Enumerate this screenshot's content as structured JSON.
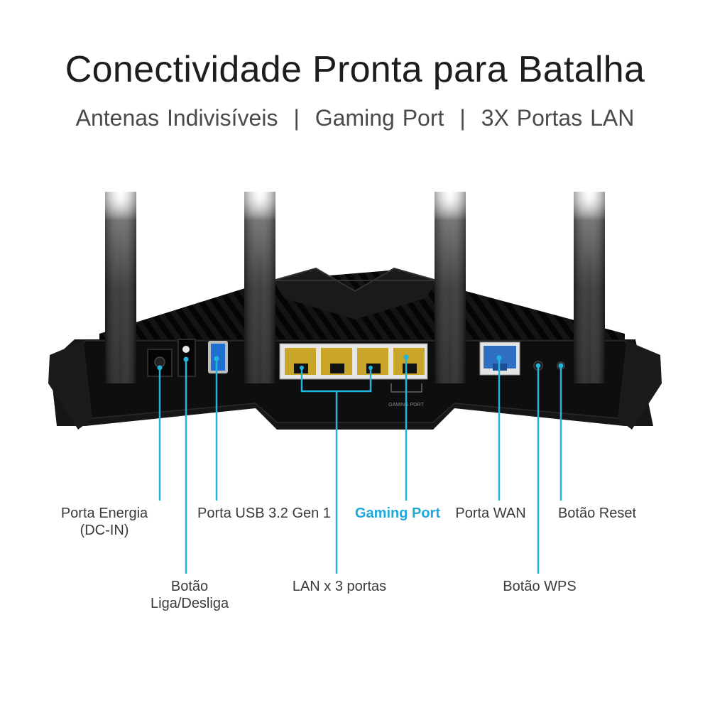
{
  "header": {
    "title": "Conectividade Pronta para Batalha",
    "subtitle_items": [
      "Antenas Indivisíveis",
      "Gaming Port",
      "3X Portas  LAN"
    ],
    "separator": "|"
  },
  "colors": {
    "accent": "#1fa8d8",
    "callout_line": "#22b5dc",
    "router_body": "#151515",
    "lan_port": "#c9a52a",
    "wan_port": "#2f6fc4"
  },
  "router": {
    "port_panel_labels": {
      "gaming_port": "GAMING PORT"
    }
  },
  "callouts": {
    "power": {
      "line1": "Porta Energia",
      "line2": "(DC-IN)"
    },
    "power_button": {
      "line1": "Botão",
      "line2": "Liga/Desliga"
    },
    "usb": {
      "line1": "Porta USB 3.2 Gen 1"
    },
    "lan": {
      "line1": "LAN  x 3 portas"
    },
    "gaming": {
      "line1": "Gaming Port"
    },
    "wan": {
      "line1": "Porta WAN"
    },
    "wps": {
      "line1": "Botão WPS"
    },
    "reset": {
      "line1": "Botão Reset"
    }
  }
}
